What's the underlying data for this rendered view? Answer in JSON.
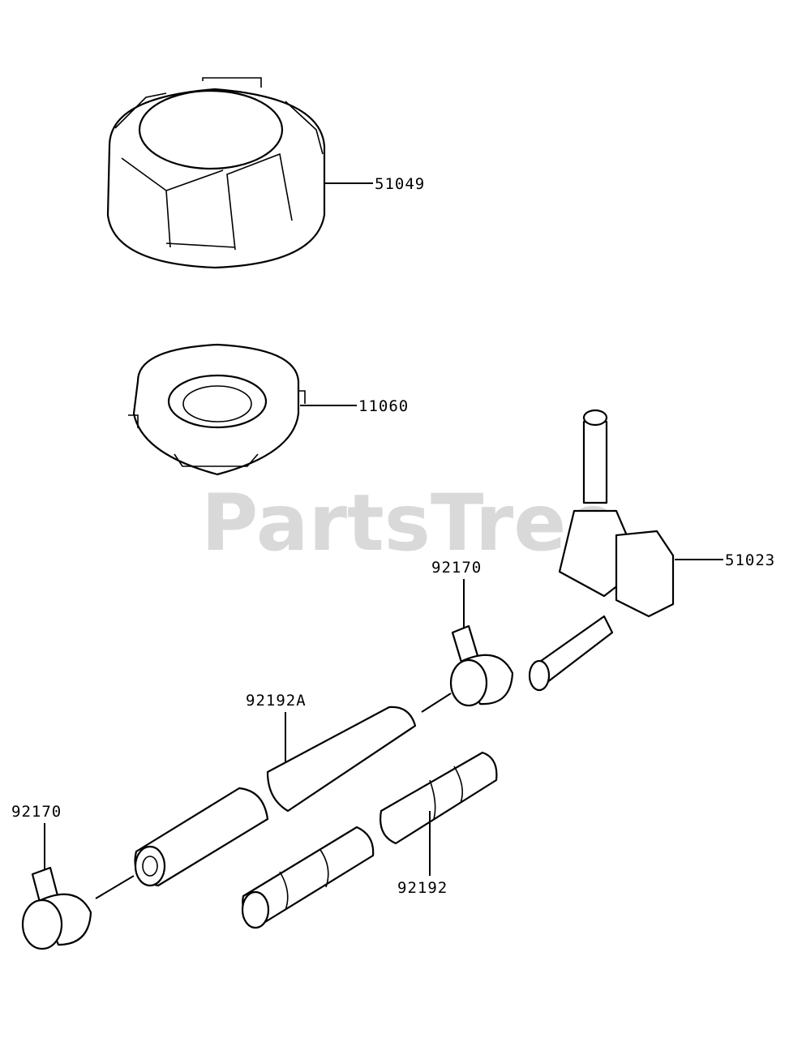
{
  "watermark": "PartsTree",
  "parts": [
    {
      "id": "cap",
      "label": "51049"
    },
    {
      "id": "filter",
      "label": "11060"
    },
    {
      "id": "valve",
      "label": "51023"
    },
    {
      "id": "clamp_right",
      "label": "92170"
    },
    {
      "id": "hose_a",
      "label": "92192A"
    },
    {
      "id": "clamp_left",
      "label": "92170"
    },
    {
      "id": "hose",
      "label": "92192"
    }
  ]
}
